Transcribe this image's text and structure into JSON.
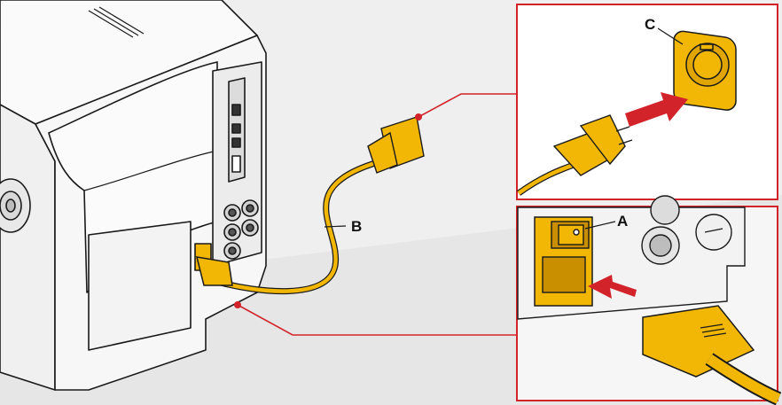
{
  "labels": {
    "a": "A",
    "b": "B",
    "c": "C"
  },
  "colors": {
    "accent_red": "#d2232a",
    "cable_yellow": "#f2b705",
    "cable_yellow_dark": "#c98f00",
    "outline": "#1a1a1a",
    "printer_body": "#f4f4f4",
    "background": "#eeeeee"
  },
  "components": {
    "printer": "printer-illustration",
    "power_cable": "power-cable",
    "mains_plug": "mains-plug",
    "wall_socket": "wall-socket",
    "power_switch": "power-switch",
    "power_inlet": "power-inlet"
  }
}
